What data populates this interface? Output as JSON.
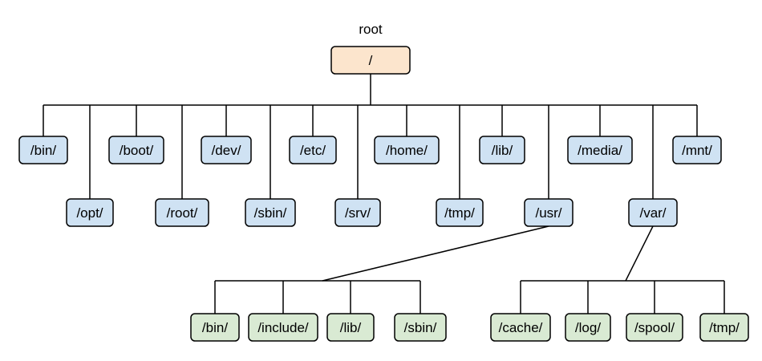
{
  "colors": {
    "root_fill": "#fce5cd",
    "level1_fill": "#cfe2f3",
    "level2_fill": "#d9ead3",
    "stroke": "#000000"
  },
  "diagram": {
    "root_label": "root",
    "root": "/",
    "top_dirs": [
      "/bin/",
      "/opt/",
      "/boot/",
      "/root/",
      "/dev/",
      "/sbin/",
      "/etc/",
      "/srv/",
      "/home/",
      "/tmp/",
      "/lib/",
      "/usr/",
      "/media/",
      "/var/",
      "/mnt/"
    ],
    "usr_children": [
      "/bin/",
      "/include/",
      "/lib/",
      "/sbin/"
    ],
    "var_children": [
      "/cache/",
      "/log/",
      "/spool/",
      "/tmp/"
    ]
  }
}
